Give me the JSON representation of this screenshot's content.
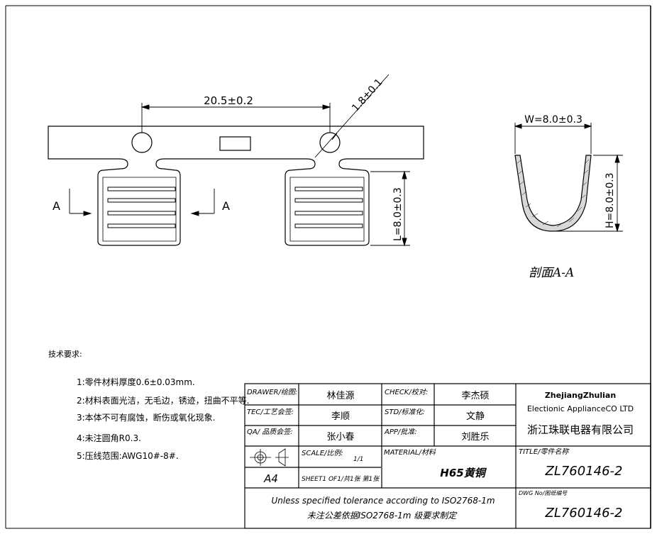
{
  "drawing": {
    "dim_pitch": "20.5±0.2",
    "dim_hole": "1.8±0.1",
    "dim_length": "L=8.0±0.3",
    "dim_width": "W=8.0±0.3",
    "dim_height": "H=8.0±0.3",
    "section_left": "A",
    "section_right": "A",
    "section_title": "剖面A-A"
  },
  "notes": {
    "title": "技术要求:",
    "items": [
      "1:零件材料厚度0.6±0.03mm.",
      "2:材料表面光洁，无毛边，锈迹，扭曲不平等.",
      "3:本体不可有腐蚀，断伤或氧化现象.",
      "4:未注圆角R0.3.",
      "5:压线范围:AWG10#-8#."
    ]
  },
  "title_block": {
    "drawer_label": "DRAWER/绘图:",
    "drawer": "林佳源",
    "check_label": "CHECK/校对:",
    "check": "李杰硕",
    "tec_label": "TEC/工艺会签:",
    "tec": "李顺",
    "std_label": "STD/标准化:",
    "std": "文静",
    "qa_label": "QA/ 品质会签:",
    "qa": "张小春",
    "app_label": "APP/批准:",
    "app": "刘胜乐",
    "scale_label": "SCALE/比例:",
    "scale": "1/1",
    "sheet_label": "SHEET1 OF1/共1张 第1张",
    "paper_size": "A4",
    "material_label": "MATERIAL/材料",
    "material": "H65黄铜",
    "tolerance_en": "Unless specified tolerance according to ISO2768-1m",
    "tolerance_cn": "未注公差依据ISO2768-1m 级要求制定",
    "company_en_1": "ZhejiangZhulian",
    "company_en_2": "Electionic ApplianceCO LTD",
    "company_cn": "浙江珠联电器有限公司",
    "title_label": "TITLE/零件名称",
    "title": "ZL760146-2",
    "dwg_label": "DWG No/图纸编号",
    "dwg_no": "ZL760146-2"
  }
}
